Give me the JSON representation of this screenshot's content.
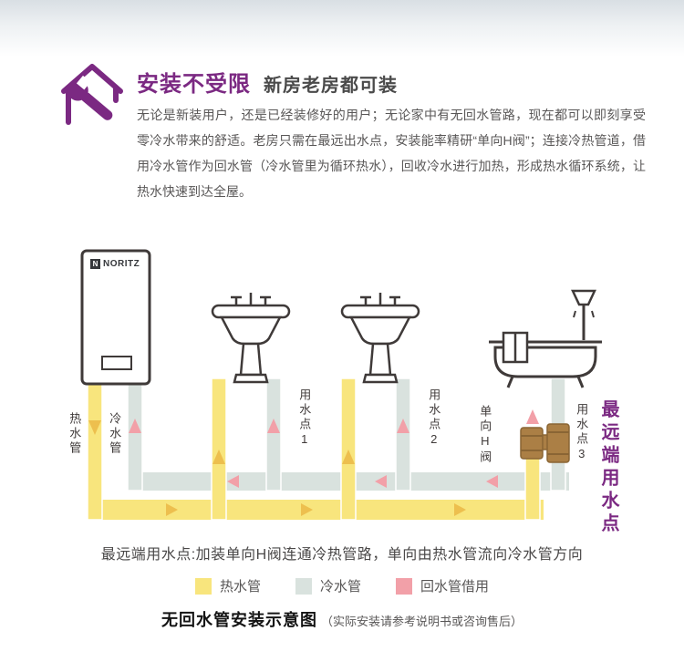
{
  "colors": {
    "purple": "#7b2982",
    "hot": "#f8e57d",
    "hot-arrow": "#edbf4e",
    "cold": "#d9e2de",
    "pink": "#f2a0a8",
    "line": "#3f3a39",
    "text-gray": "#595757",
    "brass": "#ab7f45",
    "brass-dark": "#8a6534"
  },
  "header": {
    "title": "安装不受限",
    "subtitle": "新房老房都可装",
    "body": "无论是新装用户，还是已经装修好的用户；无论家中有无回水管路，现在都可以即刻享受零冷水带来的舒适。老房只需在最远出水点，安装能率精研“单向H阀”；连接冷热管道，借用冷水管作为回水管（冷水管里为循环热水），回收冷水进行加热，形成热水循环系统，让热水快速到达全屋。"
  },
  "diagram": {
    "brand_mark": "N",
    "brand": "NORITZ",
    "labels": {
      "hot_pipe": "热水管",
      "cold_pipe": "冷水管",
      "point1": "用水点1",
      "point2": "用水点2",
      "point3": "用水点3",
      "valve": "单向H阀",
      "farthest": "最远端用水点"
    },
    "caption": "最远端用水点:加装单向H阀连通冷热管路，单向由热水管流向冷水管方向"
  },
  "legend": [
    {
      "label": "热水管",
      "color": "#f8e57d"
    },
    {
      "label": "冷水管",
      "color": "#d9e2de"
    },
    {
      "label": "回水管借用",
      "color": "#f2a0a8"
    }
  ],
  "footer": {
    "title": "无回水管安装示意图",
    "note": "（实际安装请参考说明书或咨询售后）"
  }
}
